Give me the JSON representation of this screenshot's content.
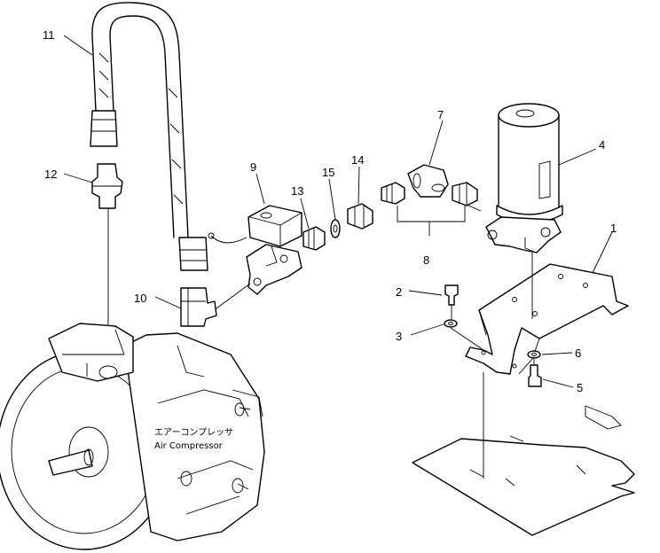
{
  "callouts": {
    "c1": "1",
    "c2": "2",
    "c3": "3",
    "c4": "4",
    "c5": "5",
    "c6": "6",
    "c7": "7",
    "c8": "8",
    "c9": "9",
    "c10": "10",
    "c11": "11",
    "c12": "12",
    "c13": "13",
    "c14": "14",
    "c15": "15"
  },
  "compressor_label_jp": "エアーコンプレッサ",
  "compressor_label_en": "Air Compressor"
}
